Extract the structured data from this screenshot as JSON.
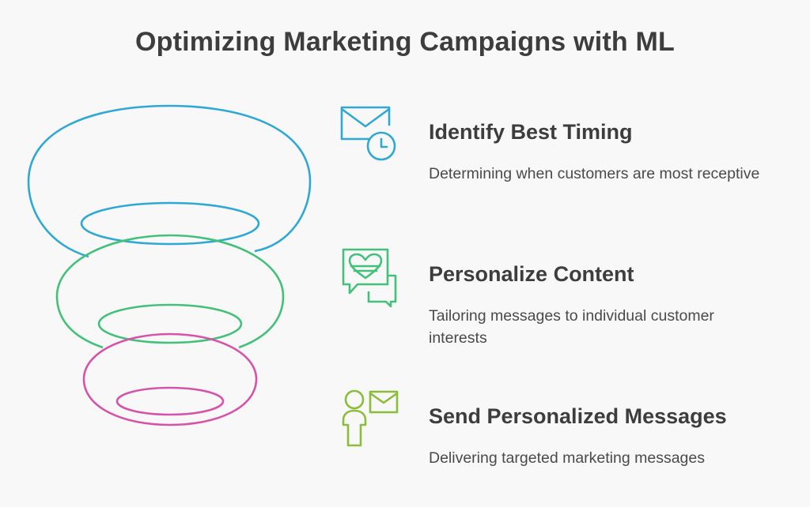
{
  "title": "Optimizing Marketing Campaigns with ML",
  "colors": {
    "layer1": "#2fa8d4",
    "layer2": "#43c07a",
    "layer3": "#d553a8",
    "icon1": "#2fa8d4",
    "icon2": "#43c07a",
    "icon3": "#8cbd3a"
  },
  "steps": [
    {
      "icon": "envelope-clock-icon",
      "heading": "Identify Best Timing",
      "description": "Determining when customers are most receptive"
    },
    {
      "icon": "heart-chat-icon",
      "heading": "Personalize Content",
      "description": "Tailoring messages to individual customer interests"
    },
    {
      "icon": "person-envelope-icon",
      "heading": "Send Personalized Messages",
      "description": "Delivering targeted marketing messages"
    }
  ]
}
